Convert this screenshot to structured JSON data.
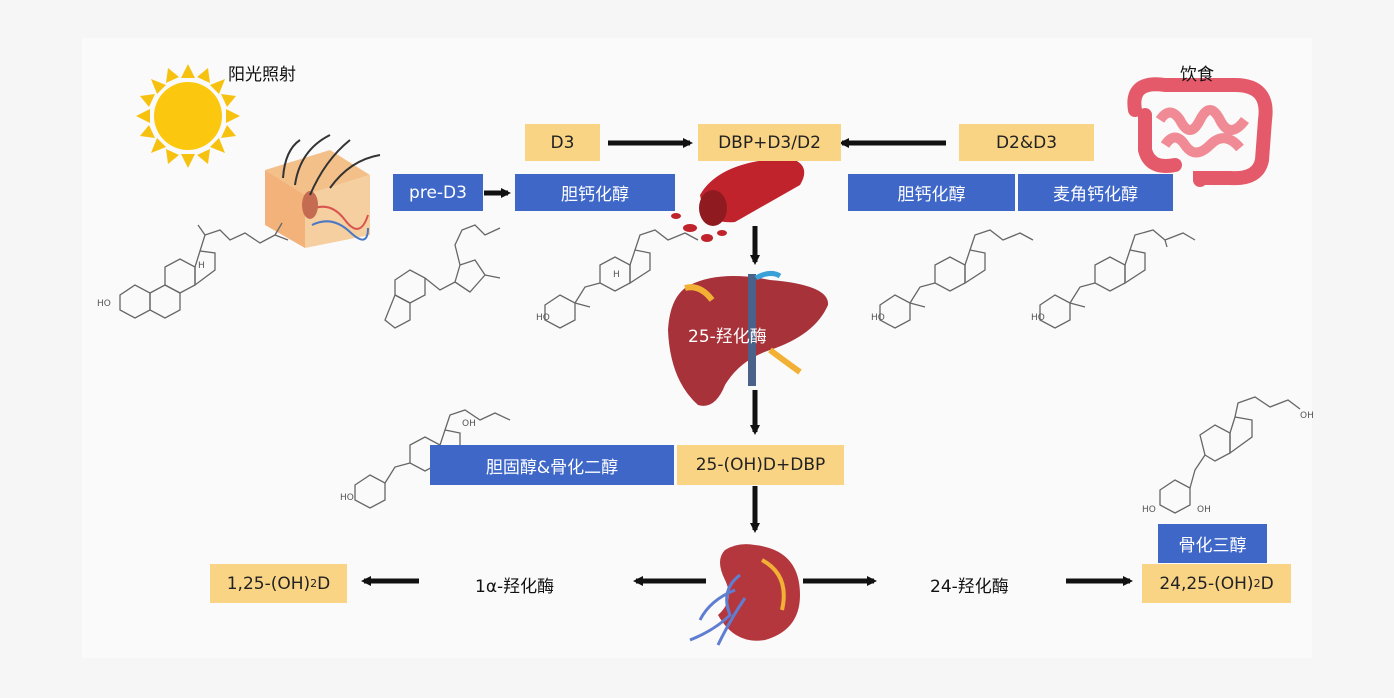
{
  "sources": {
    "sun_label": "阳光照射",
    "diet_label": "饮食"
  },
  "boxes": {
    "d3": "D3",
    "dbp_d3_d2": "DBP+D3/D2",
    "d2_d3": "D2&D3",
    "pre_d3": "pre-D3",
    "cholecalciferol_left": "胆钙化醇",
    "cholecalciferol_right": "胆钙化醇",
    "ergocalciferol": "麦角钙化醇",
    "liver_enzyme": "25-羟化酶",
    "calcifediol_name": "胆固醇&骨化二醇",
    "oh_d_dbp": "25-(OH)D+DBP",
    "alpha_enzyme": "1α-羟化酶",
    "calcitriol": "1,25-(OH)",
    "calcitriol_sub": "2",
    "calcitriol_end": "D",
    "enzyme_24": "24-羟化酶",
    "calcitriol_24_name": "骨化三醇",
    "product_24": "24,25-(OH)",
    "product_24_sub": "2",
    "product_24_end": "D"
  },
  "molecule_labels": {
    "ho": "HO",
    "oh": "OH",
    "h": "H"
  },
  "colors": {
    "yellow_box": "#f9d485",
    "blue_box": "#3f67c8",
    "arrow": "#111111",
    "liver": "#a8323a",
    "kidney": "#b5373e",
    "sun": "#f7c20f"
  },
  "icons": [
    "sun-icon",
    "skin-icon",
    "intestine-icon",
    "blood-vessel-icon",
    "liver-icon",
    "kidney-icon"
  ]
}
